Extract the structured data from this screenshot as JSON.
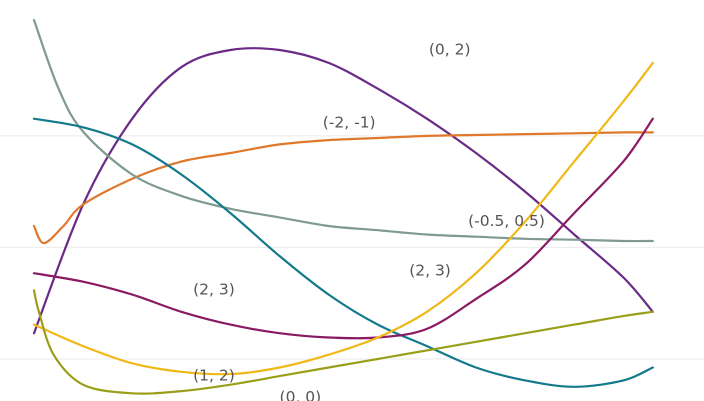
{
  "chart_data": {
    "type": "line",
    "grid": true,
    "gridlines_y": [
      4.6,
      2.0,
      -0.6
    ],
    "xlim": [
      0,
      6.74
    ],
    "ylim": [
      -1.44,
      7.58
    ],
    "series": [
      {
        "name": "(0, 2)",
        "color": "#6a2a86",
        "x": [
          0,
          0.5,
          1,
          1.5,
          2,
          2.5,
          3,
          3.5,
          4,
          4.5,
          5,
          5.5,
          6,
          6.3
        ],
        "y": [
          -0.0,
          3.0,
          5.0,
          6.2,
          6.6,
          6.6,
          6.3,
          5.7,
          5.0,
          4.2,
          3.3,
          2.3,
          1.3,
          0.5
        ]
      },
      {
        "name": "(-2, -1)",
        "color": "#e0782b",
        "x": [
          0,
          0.1,
          0.3,
          0.5,
          1,
          1.5,
          2,
          2.5,
          3,
          3.5,
          4,
          4.5,
          5,
          5.5,
          6,
          6.3
        ],
        "y": [
          2.5,
          2.1,
          2.5,
          3.0,
          3.6,
          4.0,
          4.2,
          4.4,
          4.5,
          4.55,
          4.6,
          4.62,
          4.64,
          4.66,
          4.68,
          4.68
        ]
      },
      {
        "name": "(-0.5, 0.5)",
        "color": "#7f9a91",
        "x": [
          0,
          0.25,
          0.5,
          1,
          1.5,
          2,
          2.5,
          3,
          3.5,
          4,
          4.5,
          5,
          5.5,
          6,
          6.3
        ],
        "y": [
          7.3,
          5.7,
          4.7,
          3.7,
          3.2,
          2.9,
          2.7,
          2.5,
          2.4,
          2.3,
          2.25,
          2.2,
          2.18,
          2.15,
          2.15
        ]
      },
      {
        "name": "(2, 3)",
        "color": "#137a8c",
        "x": [
          0,
          0.5,
          1,
          1.5,
          2,
          2.5,
          3,
          3.5,
          4,
          4.5,
          5,
          5.5,
          6,
          6.3
        ],
        "y": [
          5.0,
          4.8,
          4.4,
          3.7,
          2.8,
          1.8,
          0.9,
          0.2,
          -0.3,
          -0.8,
          -1.1,
          -1.25,
          -1.1,
          -0.8
        ]
      },
      {
        "name": "(2, 3)",
        "color": "#8a1a63",
        "x": [
          0,
          0.5,
          1,
          1.5,
          2,
          2.5,
          3,
          3.5,
          4,
          4.5,
          5,
          5.5,
          6,
          6.3
        ],
        "y": [
          1.4,
          1.2,
          0.9,
          0.5,
          0.2,
          0.0,
          -0.1,
          -0.1,
          0.1,
          0.8,
          1.6,
          2.8,
          4.0,
          5.0
        ]
      },
      {
        "name": "(1, 2)",
        "color": "#f0b817",
        "x": [
          0,
          0.5,
          1,
          1.5,
          2,
          2.5,
          3,
          3.5,
          4,
          4.5,
          5,
          5.5,
          6,
          6.3
        ],
        "y": [
          0.2,
          -0.3,
          -0.7,
          -0.9,
          -0.95,
          -0.8,
          -0.5,
          -0.1,
          0.5,
          1.4,
          2.6,
          4.0,
          5.4,
          6.3
        ]
      },
      {
        "name": "(0, 0)",
        "color": "#9a9e19",
        "x": [
          0,
          0.05,
          0.2,
          0.5,
          1,
          1.5,
          2,
          2.5,
          3,
          3.5,
          4,
          4.5,
          5,
          5.5,
          6,
          6.3
        ],
        "y": [
          1.0,
          0.5,
          -0.5,
          -1.2,
          -1.4,
          -1.35,
          -1.2,
          -1.0,
          -0.8,
          -0.6,
          -0.4,
          -0.2,
          0.0,
          0.2,
          0.4,
          0.5
        ]
      }
    ],
    "annotations": [
      {
        "text": "(0, 2)",
        "x": 4.02,
        "y": 6.5
      },
      {
        "text": "(-2, -1)",
        "x": 2.94,
        "y": 4.8
      },
      {
        "text": "(-0.5, 0.5)",
        "x": 4.42,
        "y": 2.5
      },
      {
        "text": "(2, 3)",
        "x": 3.82,
        "y": 1.35
      },
      {
        "text": "(2, 3)",
        "x": 1.62,
        "y": 0.9
      },
      {
        "text": "(1, 2)",
        "x": 1.62,
        "y": -1.1
      },
      {
        "text": "(0, 0)",
        "x": 2.5,
        "y": -1.6
      }
    ]
  }
}
